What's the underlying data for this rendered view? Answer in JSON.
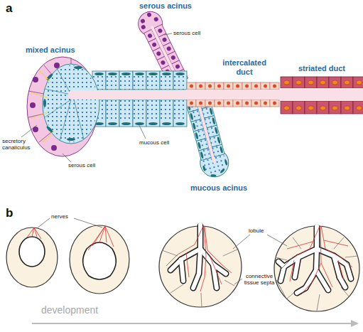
{
  "diagram": {
    "labels": [
      "a",
      "serous acinus",
      "serous cell",
      "mixed acinus",
      "intercalated duct",
      "striated duct",
      "secretory canaliculus",
      "mucous cell",
      "serous cell",
      "mucous acinus",
      "b",
      "nerves",
      "lobule",
      "connective tissue septa",
      "development"
    ]
  }
}
